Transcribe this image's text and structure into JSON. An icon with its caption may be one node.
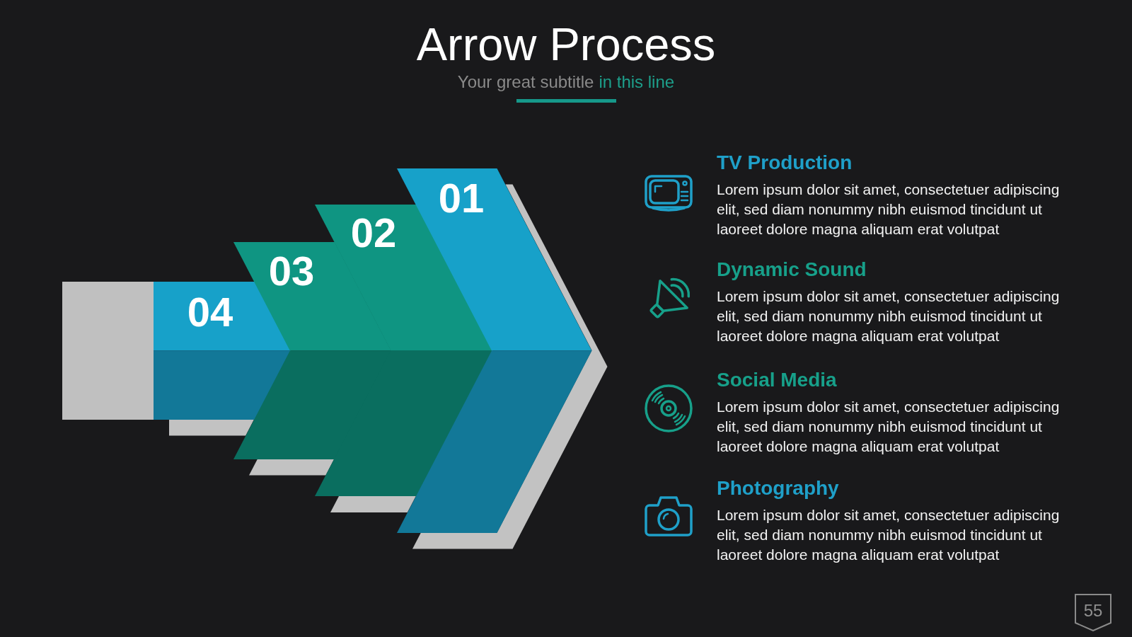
{
  "diagram": {
    "title": "Arrow Process",
    "nodes": [
      {
        "text": [
          "01"
        ]
      },
      {
        "text": [
          "02"
        ]
      },
      {
        "text": [
          "03"
        ]
      },
      {
        "text": [
          "04"
        ]
      },
      {
        "text": [
          "55"
        ]
      }
    ],
    "labels": [
      "Your great subtitle",
      "in this line",
      "TV Production",
      "Lorem ipsum dolor sit amet, consectetuer adipiscing elit, sed diam nonummy nibh euismod tincidunt ut laoreet dolore magna aliquam erat volutpat",
      "Dynamic Sound",
      "Lorem ipsum dolor sit amet, consectetuer adipiscing elit, sed diam nonummy nibh euismod tincidunt ut laoreet dolore magna aliquam erat volutpat",
      "Social Media",
      "Lorem ipsum dolor sit amet, consectetuer adipiscing elit, sed diam nonummy nibh euismod tincidunt ut laoreet dolore magna aliquam erat volutpat",
      "Photography",
      "Lorem ipsum dolor sit amet, consectetuer adipiscing elit, sed diam nonummy nibh euismod tincidunt ut laoreet dolore magna aliquam erat volutpat"
    ]
  }
}
